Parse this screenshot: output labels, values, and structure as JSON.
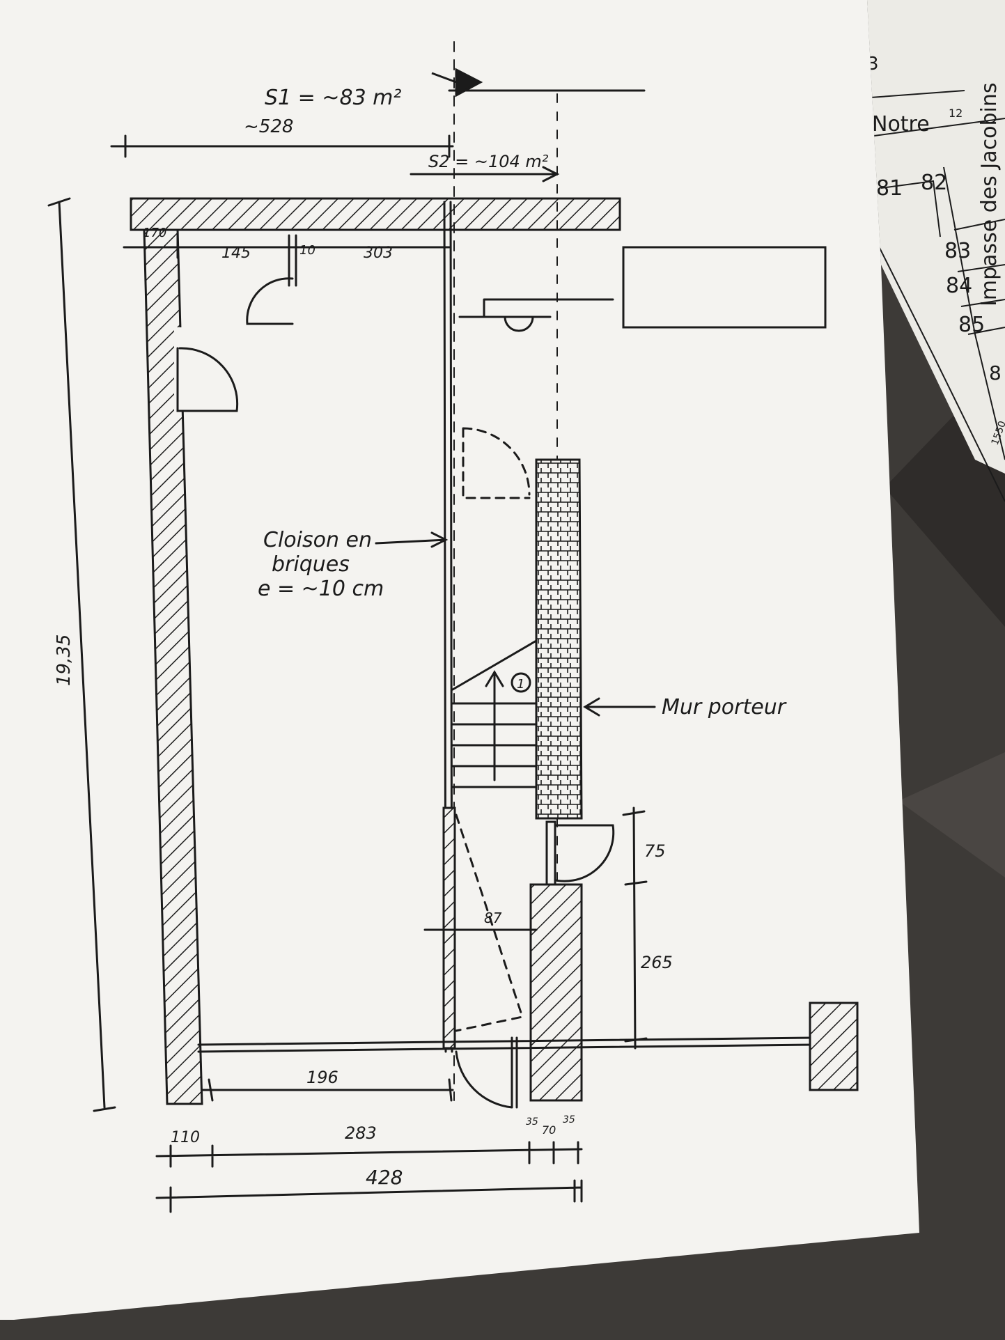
{
  "plan": {
    "surface_1": "S1 = ~83 m²",
    "surface_2": "S2 = ~104 m²",
    "dim_top_528": "~528",
    "dim_170": "170",
    "dim_145": "145",
    "dim_10": "10",
    "dim_303": "303",
    "dim_total_height": "19,35",
    "cloison_line1": "Cloison en",
    "cloison_line2": "briques",
    "cloison_line3": "e = ~10 cm",
    "stair_number": "1",
    "mur_porteur": "Mur porteur",
    "dim_75": "75",
    "dim_265": "265",
    "dim_87": "87",
    "dim_196": "196",
    "dim_110": "110",
    "dim_283": "283",
    "dim_35a": "35",
    "dim_70": "70",
    "dim_35b": "35",
    "dim_428": "428"
  },
  "cadastre": {
    "street_notre": "Notre",
    "street_notre_num": "12",
    "street_jacobins": "Impasse des Jacobins",
    "parcel_3": "3",
    "parcel_81": "81",
    "parcel_82": "82",
    "parcel_83": "83",
    "parcel_84": "84",
    "parcel_85": "85",
    "parcel_8": "8",
    "ref_1550": "1550"
  },
  "colors": {
    "paper": "#f4f3f0",
    "ink": "#1b1b1b",
    "background": "#3d3a37"
  }
}
